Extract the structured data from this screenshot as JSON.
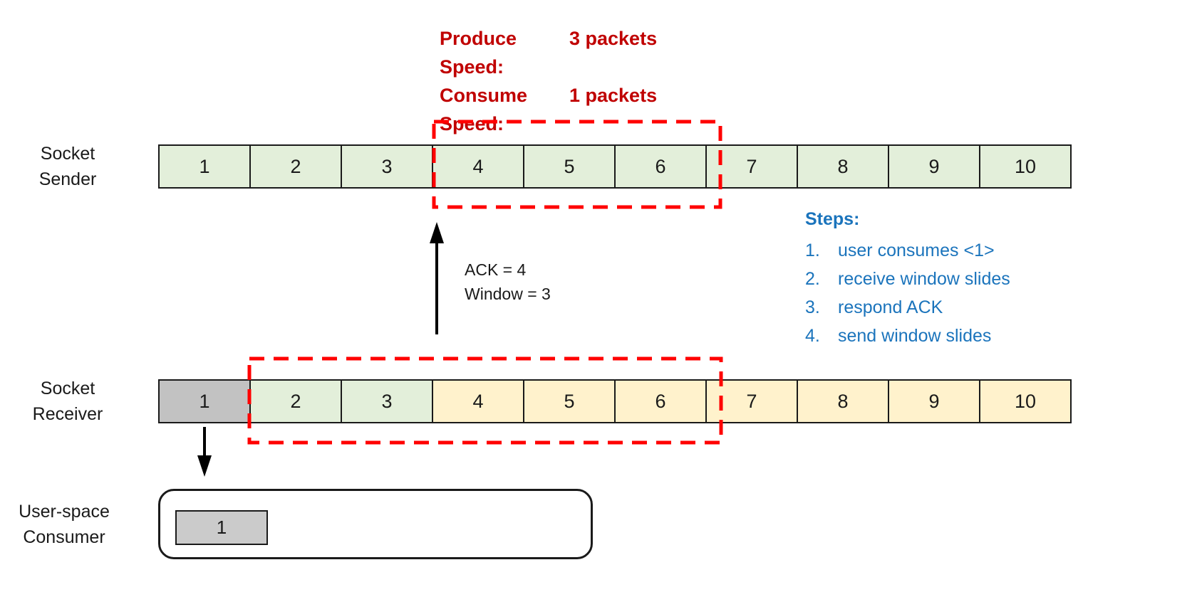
{
  "colors": {
    "cell_green": "#E3EFDA",
    "cell_yellow": "#FFF2CC",
    "cell_gray": "#C2C2C2",
    "item_gray": "#CBCBCB",
    "red_text": "#C00000",
    "dash_red": "#FF0000",
    "blue_text": "#1B74BC",
    "border_black": "#1A1A1A"
  },
  "header": {
    "lines": [
      {
        "label": "Produce Speed:",
        "value": "3 packets"
      },
      {
        "label": "Consume Speed:",
        "value": "1 packets"
      }
    ]
  },
  "sender": {
    "label_line1": "Socket",
    "label_line2": "Sender",
    "cells": [
      {
        "n": "1",
        "fill": "green"
      },
      {
        "n": "2",
        "fill": "green"
      },
      {
        "n": "3",
        "fill": "green"
      },
      {
        "n": "4",
        "fill": "green"
      },
      {
        "n": "5",
        "fill": "green"
      },
      {
        "n": "6",
        "fill": "green"
      },
      {
        "n": "7",
        "fill": "green"
      },
      {
        "n": "8",
        "fill": "green"
      },
      {
        "n": "9",
        "fill": "green"
      },
      {
        "n": "10",
        "fill": "green"
      }
    ],
    "window_cells": "4-6"
  },
  "ack": {
    "line1": "ACK = 4",
    "line2": "Window = 3"
  },
  "steps": {
    "title": "Steps:",
    "items": [
      {
        "num": "1.",
        "text": "user consumes <1>"
      },
      {
        "num": "2.",
        "text": "receive window slides"
      },
      {
        "num": "3.",
        "text": "respond ACK"
      },
      {
        "num": "4.",
        "text": "send window slides"
      }
    ]
  },
  "receiver": {
    "label_line1": "Socket",
    "label_line2": "Receiver",
    "cells": [
      {
        "n": "1",
        "fill": "gray"
      },
      {
        "n": "2",
        "fill": "green"
      },
      {
        "n": "3",
        "fill": "green"
      },
      {
        "n": "4",
        "fill": "yellow"
      },
      {
        "n": "5",
        "fill": "yellow"
      },
      {
        "n": "6",
        "fill": "yellow"
      },
      {
        "n": "7",
        "fill": "yellow"
      },
      {
        "n": "8",
        "fill": "yellow"
      },
      {
        "n": "9",
        "fill": "yellow"
      },
      {
        "n": "10",
        "fill": "yellow"
      }
    ],
    "window_cells": "2-6"
  },
  "consumer": {
    "label_line1": "User-space",
    "label_line2": "Consumer",
    "item": "1"
  }
}
